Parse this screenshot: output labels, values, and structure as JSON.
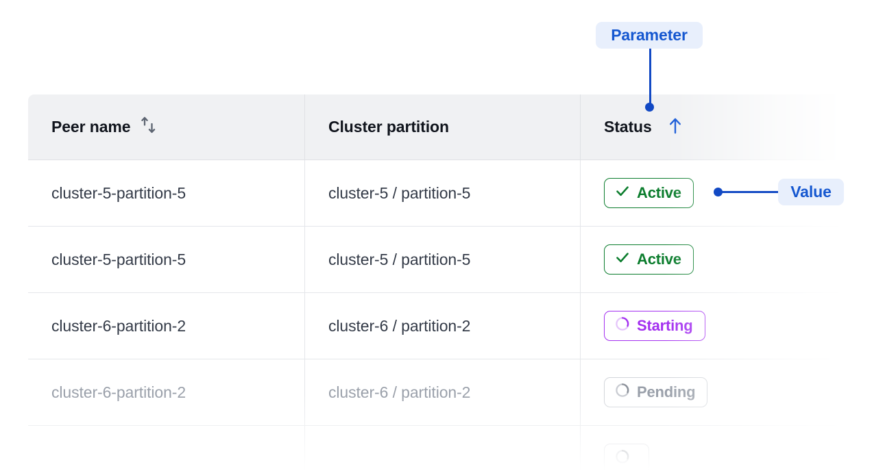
{
  "table": {
    "columns": [
      {
        "key": "peer_name",
        "label": "Peer name",
        "sort_icon": "sort-updown-icon",
        "sort_state": "none"
      },
      {
        "key": "cluster_partition",
        "label": "Cluster partition",
        "sort_icon": null,
        "sort_state": "none"
      },
      {
        "key": "status",
        "label": "Status",
        "sort_icon": "arrow-up-icon",
        "sort_state": "ascending"
      }
    ],
    "rows": [
      {
        "peer_name": "cluster-5-partition-5",
        "cluster_partition": "cluster-5 / partition-5",
        "status": {
          "label": "Active",
          "variant": "active",
          "icon": "check-icon",
          "color": "#0a7c2c"
        },
        "muted": false
      },
      {
        "peer_name": "cluster-5-partition-5",
        "cluster_partition": "cluster-5 / partition-5",
        "status": {
          "label": "Active",
          "variant": "active",
          "icon": "check-icon",
          "color": "#0a7c2c"
        },
        "muted": false
      },
      {
        "peer_name": "cluster-6-partition-2",
        "cluster_partition": "cluster-6 / partition-2",
        "status": {
          "label": "Starting",
          "variant": "starting",
          "icon": "spinner-icon",
          "color": "#a32ff0"
        },
        "muted": false
      },
      {
        "peer_name": "cluster-6-partition-2",
        "cluster_partition": "cluster-6 / partition-2",
        "status": {
          "label": "Pending",
          "variant": "pending",
          "icon": "spinner-icon",
          "color": "#9aa0aa"
        },
        "muted": true
      },
      {
        "peer_name": "",
        "cluster_partition": "",
        "status": {
          "label": "",
          "variant": "pending",
          "icon": "spinner-icon",
          "color": "#9aa0aa"
        },
        "muted": true
      }
    ]
  },
  "annotations": {
    "parameter": {
      "label": "Parameter",
      "accent": "#1557d0",
      "background": "#e8effc"
    },
    "value": {
      "label": "Value",
      "accent": "#1557d0",
      "background": "#e8effc"
    }
  },
  "colors": {
    "header_background": "#f0f1f3",
    "border": "#dfe1e5",
    "text": "#333a47",
    "muted_text": "#9aa0aa",
    "accent_blue": "#1249c4"
  }
}
